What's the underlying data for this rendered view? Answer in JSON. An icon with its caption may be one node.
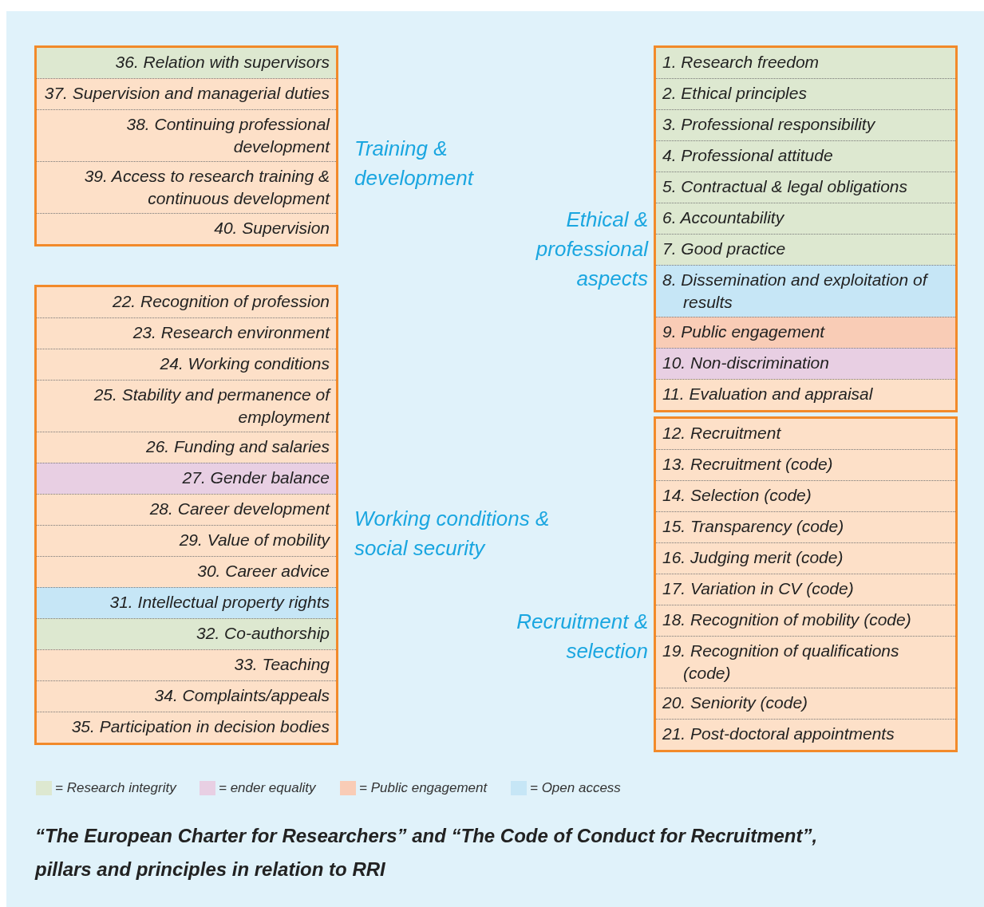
{
  "diagram": {
    "caption": "“The European Charter for Researchers” and “The Code of Conduct for Recruitment”, pillars and principles in relation to RRI",
    "nodes": [
      {
        "text": [
          "Training & development"
        ]
      },
      {
        "text": [
          "36. Relation with supervisors"
        ],
        "in": 0
      },
      {
        "text": [
          "37. Supervision and managerial duties"
        ],
        "in": 0
      },
      {
        "text": [
          "38. Continuing professional development"
        ],
        "in": 0
      },
      {
        "text": [
          "39. Access to research training & continuous development"
        ],
        "in": 0
      },
      {
        "text": [
          "40. Supervision"
        ],
        "in": 0
      },
      {
        "text": [
          "Ethical & professional aspects"
        ]
      },
      {
        "text": [
          "1. Research freedom"
        ],
        "in": 6
      },
      {
        "text": [
          "2. Ethical principles"
        ],
        "in": 6
      },
      {
        "text": [
          "3. Professional responsibility"
        ],
        "in": 6
      },
      {
        "text": [
          "4. Professional attitude"
        ],
        "in": 6
      },
      {
        "text": [
          "5. Contractual & legal obligations"
        ],
        "in": 6
      },
      {
        "text": [
          "6. Accountability"
        ],
        "in": 6
      },
      {
        "text": [
          "7. Good practice"
        ],
        "in": 6
      },
      {
        "text": [
          "8. Dissemination and exploitation of results"
        ],
        "in": 6
      },
      {
        "text": [
          "9. Public engagement"
        ],
        "in": 6
      },
      {
        "text": [
          "10. Non-discrimination"
        ],
        "in": 6
      },
      {
        "text": [
          "11. Evaluation and appraisal"
        ],
        "in": 6
      },
      {
        "text": [
          "Working conditions & social security"
        ]
      },
      {
        "text": [
          "22. Recognition of profession"
        ],
        "in": 18
      },
      {
        "text": [
          "23. Research environment"
        ],
        "in": 18
      },
      {
        "text": [
          "24. Working conditions"
        ],
        "in": 18
      },
      {
        "text": [
          "25. Stability and permanence of employment"
        ],
        "in": 18
      },
      {
        "text": [
          "26. Funding and salaries"
        ],
        "in": 18
      },
      {
        "text": [
          "27. Gender balance"
        ],
        "in": 18
      },
      {
        "text": [
          "28. Career development"
        ],
        "in": 18
      },
      {
        "text": [
          "29. Value of mobility"
        ],
        "in": 18
      },
      {
        "text": [
          "30. Career advice"
        ],
        "in": 18
      },
      {
        "text": [
          "31. Intellectual property rights"
        ],
        "in": 18
      },
      {
        "text": [
          "32. Co-authorship"
        ],
        "in": 18
      },
      {
        "text": [
          "33. Teaching"
        ],
        "in": 18
      },
      {
        "text": [
          "34. Complaints/appeals"
        ],
        "in": 18
      },
      {
        "text": [
          "35. Participation in decision bodies"
        ],
        "in": 18
      },
      {
        "text": [
          "Recruitment & selection"
        ]
      },
      {
        "text": [
          "12. Recruitment"
        ],
        "in": 33
      },
      {
        "text": [
          "13. Recruitment (code)"
        ],
        "in": 33
      },
      {
        "text": [
          "14. Selection (code)"
        ],
        "in": 33
      },
      {
        "text": [
          "15. Transparency (code)"
        ],
        "in": 33
      },
      {
        "text": [
          "16. Judging merit (code)"
        ],
        "in": 33
      },
      {
        "text": [
          "17. Variation in CV (code)"
        ],
        "in": 33
      },
      {
        "text": [
          "18. Recognition of mobility (code)"
        ],
        "in": 33
      },
      {
        "text": [
          "19. Recognition of qualifications (code)"
        ],
        "in": 33
      },
      {
        "text": [
          "20. Seniority (code)"
        ],
        "in": 33
      },
      {
        "text": [
          "21. Post-doctoral appointments"
        ],
        "in": 33
      }
    ],
    "edges": [],
    "legend": [
      {
        "text": "= Research integrity",
        "color": "#dde8d0"
      },
      {
        "text": "= ender equality",
        "color": "#e8cfe3"
      },
      {
        "text": "= Public engagement",
        "color": "#f9ccb6"
      },
      {
        "text": "= Open access",
        "color": "#c6e6f6"
      }
    ]
  }
}
